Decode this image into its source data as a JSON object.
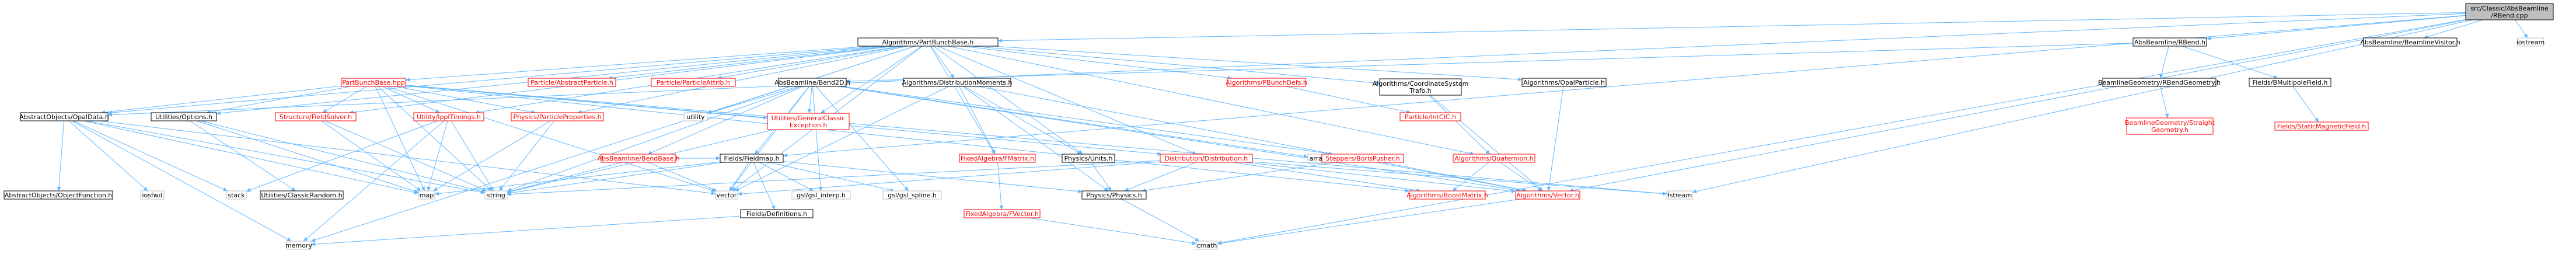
{
  "nodes": {
    "root": {
      "label": "src/Classic/AbsBeamline\n/RBend.cpp",
      "style": "root"
    },
    "pbb": {
      "label": "Algorithms/PartBunchBase.h",
      "style": "black"
    },
    "absrbend": {
      "label": "AbsBeamline/RBend.h",
      "style": "black"
    },
    "visitor": {
      "label": "AbsBeamline/BeamlineVisitor.h",
      "style": "black"
    },
    "iostream": {
      "label": "iostream",
      "style": "gray"
    },
    "pbbhpp": {
      "label": "PartBunchBase.hpp",
      "style": "red"
    },
    "abspart": {
      "label": "Particle/AbstractParticle.h",
      "style": "red"
    },
    "pattrib": {
      "label": "Particle/ParticleAttrib.h",
      "style": "red"
    },
    "bend2d": {
      "label": "AbsBeamline/Bend2D.h",
      "style": "black"
    },
    "distmom": {
      "label": "Algorithms/DistributionMoments.h",
      "style": "black"
    },
    "pbdata": {
      "label": "Algorithms/PBunchDefs.h",
      "style": "red"
    },
    "coordsys": {
      "label": "Algorithms/CoordinateSystem\nTrafo.h",
      "style": "black"
    },
    "opalpart": {
      "label": "Algorithms/OpalParticle.h",
      "style": "black"
    },
    "rbendgeo": {
      "label": "BeamlineGeometry/RBendGeometry.h",
      "style": "black"
    },
    "multfield": {
      "label": "Fields/BMultipoleField.h",
      "style": "black"
    },
    "opaldata": {
      "label": "AbstractObjects/OpalData.h",
      "style": "black"
    },
    "utilopt": {
      "label": "Utilities/Options.h",
      "style": "black"
    },
    "fieldsolver": {
      "label": "Structure/FieldSolver.h",
      "style": "red"
    },
    "ippl": {
      "label": "Utility/IpplTimings.h",
      "style": "red"
    },
    "ppprop": {
      "label": "Physics/ParticleProperties.h",
      "style": "red"
    },
    "utility": {
      "label": "utility",
      "style": "gray"
    },
    "genex": {
      "label": "Utilities/GeneralClassic\nException.h",
      "style": "red"
    },
    "absbend": {
      "label": "AbsBeamline/BendBase.h",
      "style": "red"
    },
    "fieldmap": {
      "label": "Fields/Fieldmap.h",
      "style": "black"
    },
    "tmatrix": {
      "label": "FixedAlgebra/FMatrix.h",
      "style": "red"
    },
    "units": {
      "label": "Physics/Units.h",
      "style": "black"
    },
    "distrib": {
      "label": "Distribution/Distribution.h",
      "style": "red"
    },
    "array": {
      "label": "array",
      "style": "gray"
    },
    "stepper": {
      "label": "Steppers/BorisPusher.h",
      "style": "red"
    },
    "p1cic": {
      "label": "Particle/IntCIC.h",
      "style": "red"
    },
    "quat": {
      "label": "Algorithms/Quaternion.h",
      "style": "red"
    },
    "straight": {
      "label": "BeamlineGeometry/Straight\nGeometry.h",
      "style": "red"
    },
    "staticmag": {
      "label": "Fields/StaticMagneticField.h",
      "style": "red"
    },
    "objfunc": {
      "label": "AbstractObjects/ObjectFunction.h",
      "style": "black"
    },
    "iosfwd": {
      "label": "iosfwd",
      "style": "gray"
    },
    "stack": {
      "label": "stack",
      "style": "gray"
    },
    "random": {
      "label": "Utilities/ClassicRandom.h",
      "style": "black"
    },
    "map": {
      "label": "map",
      "style": "gray"
    },
    "string": {
      "label": "string",
      "style": "gray"
    },
    "vector": {
      "label": "vector",
      "style": "gray"
    },
    "interp": {
      "label": "gsl/gsl_interp.h",
      "style": "gray"
    },
    "spline": {
      "label": "gsl/gsl_spline.h",
      "style": "gray"
    },
    "defs": {
      "label": "Fields/Definitions.h",
      "style": "black"
    },
    "fvector": {
      "label": "FixedAlgebra/FVector.h",
      "style": "red"
    },
    "physics": {
      "label": "Physics/Physics.h",
      "style": "black"
    },
    "euclid": {
      "label": "Algorithms/BoostMatrix.h",
      "style": "red"
    },
    "algvector": {
      "label": "Algorithms/Vector.h",
      "style": "red"
    },
    "fstream": {
      "label": "fstream",
      "style": "gray"
    },
    "memory": {
      "label": "memory",
      "style": "gray"
    },
    "cmath": {
      "label": "cmath",
      "style": "gray"
    }
  },
  "edges": [
    [
      "root",
      "pbb"
    ],
    [
      "root",
      "absrbend"
    ],
    [
      "root",
      "visitor"
    ],
    [
      "root",
      "iostream"
    ],
    [
      "root",
      "opaldata"
    ],
    [
      "root",
      "fieldmap"
    ],
    [
      "root",
      "cmath"
    ],
    [
      "root",
      "fstream"
    ],
    [
      "root",
      "algvector"
    ],
    [
      "pbb",
      "pbbhpp"
    ],
    [
      "pbb",
      "abspart"
    ],
    [
      "pbb",
      "pattrib"
    ],
    [
      "pbb",
      "distmom"
    ],
    [
      "pbb",
      "pbdata"
    ],
    [
      "pbb",
      "coordsys"
    ],
    [
      "pbb",
      "opalpart"
    ],
    [
      "pbb",
      "utility"
    ],
    [
      "pbb",
      "genex"
    ],
    [
      "pbb",
      "opaldata"
    ],
    [
      "pbb",
      "utilopt"
    ],
    [
      "pbb",
      "fieldsolver"
    ],
    [
      "pbb",
      "ippl"
    ],
    [
      "pbb",
      "ppprop"
    ],
    [
      "pbb",
      "units"
    ],
    [
      "pbb",
      "distrib"
    ],
    [
      "pbb",
      "quat"
    ],
    [
      "pbb",
      "tmatrix"
    ],
    [
      "pbb",
      "memory"
    ],
    [
      "pbb",
      "vector"
    ],
    [
      "absrbend",
      "bend2d"
    ],
    [
      "absrbend",
      "rbendgeo"
    ],
    [
      "absrbend",
      "multfield"
    ],
    [
      "rbendgeo",
      "straight"
    ],
    [
      "multfield",
      "staticmag"
    ],
    [
      "bend2d",
      "absbend"
    ],
    [
      "bend2d",
      "fieldmap"
    ],
    [
      "bend2d",
      "stepper"
    ],
    [
      "bend2d",
      "genex"
    ],
    [
      "bend2d",
      "vector"
    ],
    [
      "bend2d",
      "utility"
    ],
    [
      "bend2d",
      "array"
    ],
    [
      "bend2d",
      "string"
    ],
    [
      "bend2d",
      "interp"
    ],
    [
      "bend2d",
      "spline"
    ],
    [
      "bend2d",
      "algvector"
    ],
    [
      "distmom",
      "units"
    ],
    [
      "distmom",
      "vector"
    ],
    [
      "distmom",
      "tmatrix"
    ],
    [
      "distmom",
      "physics"
    ],
    [
      "distmom",
      "algvector"
    ],
    [
      "pbdata",
      "p1cic"
    ],
    [
      "coordsys",
      "quat"
    ],
    [
      "coordsys",
      "algvector"
    ],
    [
      "opalpart",
      "algvector"
    ],
    [
      "quat",
      "euclid"
    ],
    [
      "quat",
      "algvector"
    ],
    [
      "pbbhpp",
      "fieldsolver"
    ],
    [
      "pbbhpp",
      "ippl"
    ],
    [
      "pbbhpp",
      "ppprop"
    ],
    [
      "pbbhpp",
      "distrib"
    ],
    [
      "pbbhpp",
      "genex"
    ],
    [
      "pbbhpp",
      "utilopt"
    ],
    [
      "pbbhpp",
      "opaldata"
    ],
    [
      "pbbhpp",
      "string"
    ],
    [
      "pbbhpp",
      "map"
    ],
    [
      "pbbhpp",
      "vector"
    ],
    [
      "pbbhpp",
      "euclid"
    ],
    [
      "pbbhpp",
      "fstream"
    ],
    [
      "opaldata",
      "objfunc"
    ],
    [
      "opaldata",
      "iosfwd"
    ],
    [
      "opaldata",
      "stack"
    ],
    [
      "opaldata",
      "map"
    ],
    [
      "opaldata",
      "string"
    ],
    [
      "opaldata",
      "vector"
    ],
    [
      "opaldata",
      "memory"
    ],
    [
      "utilopt",
      "random"
    ],
    [
      "utilopt",
      "string"
    ],
    [
      "utilopt",
      "map"
    ],
    [
      "fieldsolver",
      "map"
    ],
    [
      "fieldsolver",
      "string"
    ],
    [
      "ippl",
      "map"
    ],
    [
      "ippl",
      "string"
    ],
    [
      "ippl",
      "stack"
    ],
    [
      "ippl",
      "memory"
    ],
    [
      "ppprop",
      "string"
    ],
    [
      "ppprop",
      "map"
    ],
    [
      "absbend",
      "string"
    ],
    [
      "absbend",
      "vector"
    ],
    [
      "absbend",
      "fieldmap"
    ],
    [
      "fieldmap",
      "defs"
    ],
    [
      "fieldmap",
      "string"
    ],
    [
      "fieldmap",
      "vector"
    ],
    [
      "fieldmap",
      "map"
    ],
    [
      "fieldmap",
      "interp"
    ],
    [
      "fieldmap",
      "spline"
    ],
    [
      "fieldmap",
      "physics"
    ],
    [
      "tmatrix",
      "fvector"
    ],
    [
      "units",
      "physics"
    ],
    [
      "distrib",
      "vector"
    ],
    [
      "distrib",
      "euclid"
    ],
    [
      "distrib",
      "algvector"
    ],
    [
      "distrib",
      "string"
    ],
    [
      "distrib",
      "physics"
    ],
    [
      "distrib",
      "fstream"
    ],
    [
      "stepper",
      "physics"
    ],
    [
      "stepper",
      "algvector"
    ],
    [
      "defs",
      "memory"
    ],
    [
      "fvector",
      "cmath"
    ],
    [
      "physics",
      "cmath"
    ],
    [
      "algvector",
      "cmath"
    ],
    [
      "genex",
      "string"
    ]
  ]
}
